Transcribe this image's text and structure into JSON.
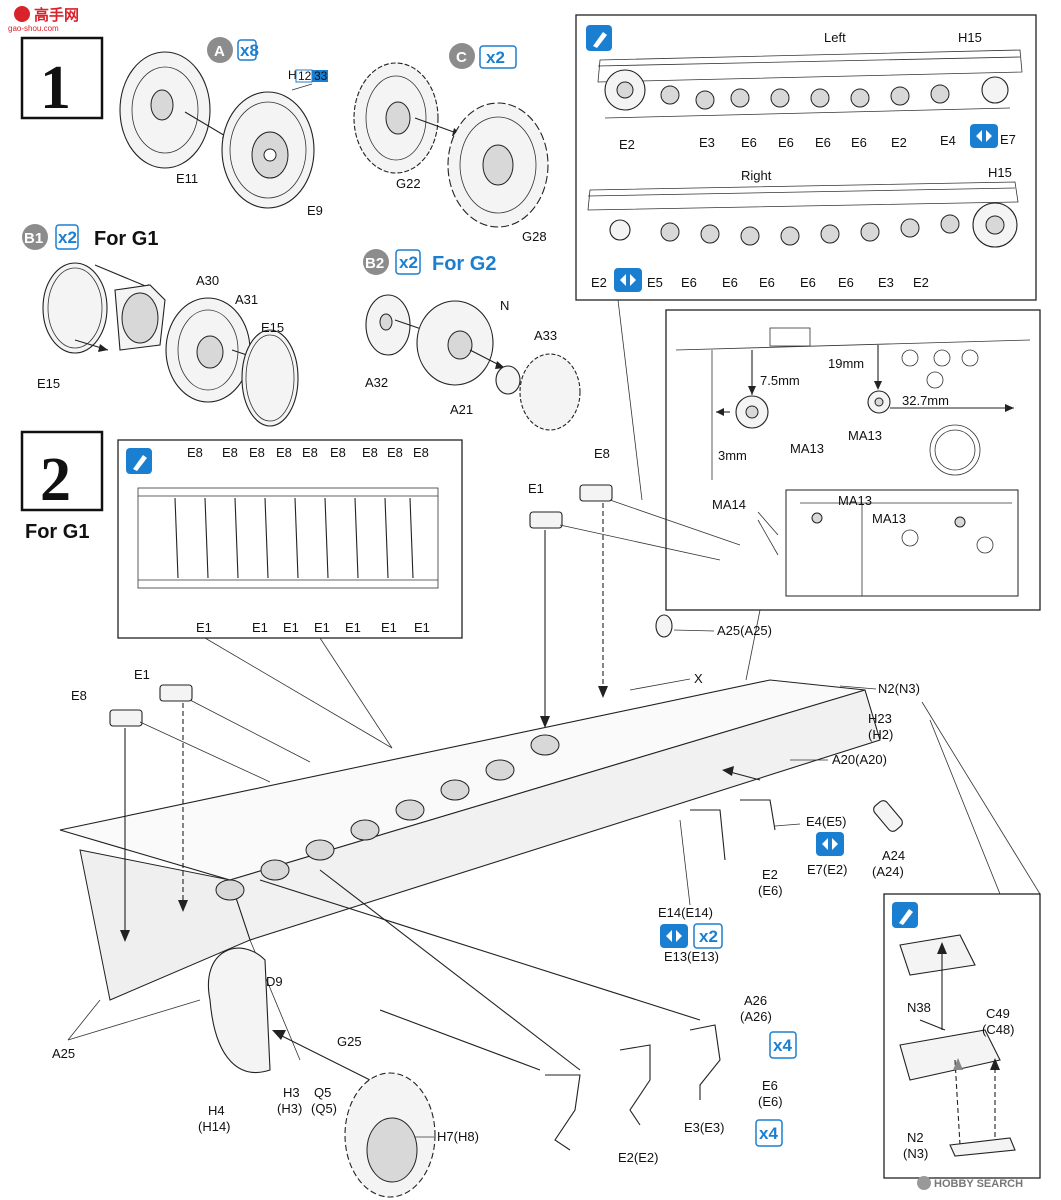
{
  "watermark": {
    "title": "高手网",
    "sub": "gao-shou.com"
  },
  "footer": {
    "brand": "HOBBY SEARCH"
  },
  "steps": [
    {
      "number": "1"
    },
    {
      "number": "2",
      "caption": "For G1"
    }
  ],
  "subassemblies": [
    {
      "id": "A",
      "mult": "8",
      "parts": [
        "E11",
        "E9"
      ],
      "tag": {
        "prefix": "H",
        "options": [
          "12",
          "33"
        ]
      }
    },
    {
      "id": "C",
      "mult": "2",
      "parts": [
        "G22",
        "G28"
      ]
    },
    {
      "id": "B1",
      "mult": "2",
      "caption": "For G1",
      "parts": [
        "A30",
        "A31",
        "E15",
        "E15"
      ]
    },
    {
      "id": "B2",
      "mult": "2",
      "caption": "For G2",
      "parts": [
        "N",
        "A33",
        "A32",
        "A21"
      ]
    }
  ],
  "hull_left": {
    "title": "Left",
    "top_label": "H15",
    "labels": [
      "E2",
      "E3",
      "E6",
      "E6",
      "E6",
      "E6",
      "E2",
      "E4",
      "E7"
    ]
  },
  "hull_right": {
    "title": "Right",
    "top_label": "H15",
    "labels": [
      "E2",
      "E5",
      "E6",
      "E6",
      "E6",
      "E6",
      "E6",
      "E3",
      "E2"
    ]
  },
  "drill_detail": {
    "dims": [
      "7.5mm",
      "3mm",
      "19mm",
      "32.7mm"
    ],
    "labels": [
      "MA13",
      "MA13",
      "MA13",
      "MA13",
      "MA14"
    ]
  },
  "step2_inset": {
    "top_labels": [
      "E8",
      "E8",
      "E8",
      "E8",
      "E8",
      "E8",
      "E8",
      "E8",
      "E8"
    ],
    "bottom_labels": [
      "E1",
      "E1",
      "E1",
      "E1",
      "E1",
      "E1",
      "E1"
    ]
  },
  "step2_main": {
    "labels": {
      "e1_top": "E1",
      "e8_top": "E8",
      "a25_top": "A25(A25)",
      "x": "X",
      "n2": "N2(N3)",
      "h23": "H23",
      "h2": "(H2)",
      "a20": "A20(A20)",
      "e4": "E4(E5)",
      "e7": "E7(E2)",
      "a24": "A24",
      "a24b": "(A24)",
      "e2": "E2",
      "e6p": "(E6)",
      "e14": "E14(E14)",
      "e13": "E13(E13)",
      "e1_left": "E1",
      "e8_left": "E8",
      "d9": "D9",
      "a25_left": "A25",
      "g25": "G25",
      "h3": "H3",
      "h3b": "(H3)",
      "q5": "Q5",
      "q5b": "(Q5)",
      "h4": "H4",
      "h14": "(H14)",
      "h7": "H7(H8)",
      "a26": "A26",
      "a26b": "(A26)",
      "e6b": "E6",
      "e6c": "(E6)",
      "e3": "E3(E3)",
      "e2e2": "E2(E2)"
    },
    "mult_e14": "2",
    "mult_a26": "4",
    "mult_e3": "4"
  },
  "step2_detail": {
    "labels": [
      "N38",
      "C49",
      "(C48)",
      "N2",
      "(N3)"
    ]
  },
  "colors": {
    "accent": "#1b7fd1",
    "step_grey": "#8c8c8c",
    "watermark": "#d9232b"
  }
}
